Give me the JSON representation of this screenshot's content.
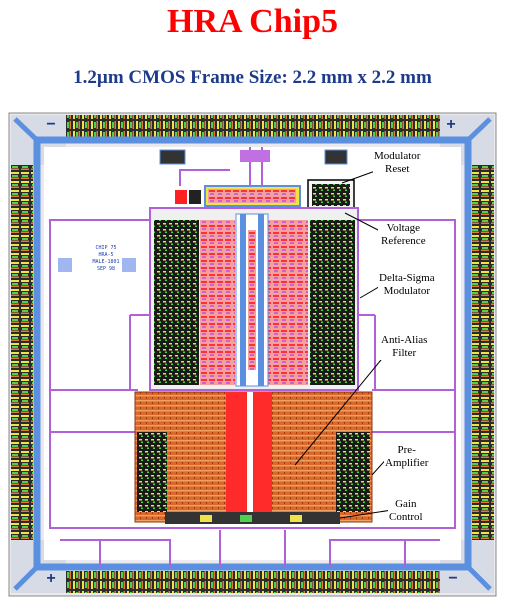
{
  "title": "HRA Chip5",
  "subtitle": "1.2µm CMOS Frame Size: 2.2 mm x 2.2 mm",
  "callouts": {
    "modulator_reset": [
      "Modulator",
      "Reset"
    ],
    "voltage_reference": [
      "Voltage",
      "Reference"
    ],
    "delta_sigma_modulator": [
      "Delta-Sigma",
      "Modulator"
    ],
    "anti_alias_filter": [
      "Anti-Alias",
      "Filter"
    ],
    "pre_amplifier": [
      "Pre-",
      "Amplifier"
    ],
    "gain_control": [
      "Gain",
      "Control"
    ]
  },
  "power_signs": {
    "top_left": "−",
    "top_right": "+",
    "bottom_left": "+",
    "bottom_right": "−"
  },
  "chip_ident": [
    "CHIP 75",
    "HRA-5",
    "MALE-1801",
    "SEP 98"
  ],
  "colors": {
    "title": "#ff0000",
    "subtitle": "#1e3a8a",
    "frame_blue": "#5b8fe0",
    "metal_orange": "#e07a35",
    "metal_purple": "#b060d8",
    "poly_red": "#ff2a2a",
    "pad_yellow": "#f2e24a"
  }
}
